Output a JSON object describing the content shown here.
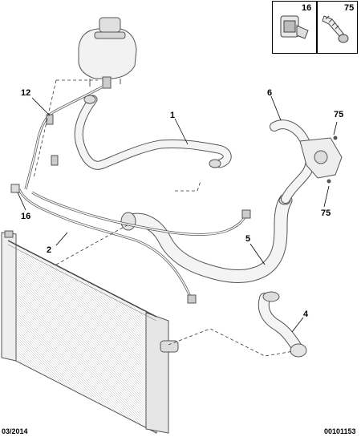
{
  "diagram": {
    "callouts": {
      "c1": "1",
      "c2": "2",
      "c4": "4",
      "c5": "5",
      "c6": "6",
      "c12": "12",
      "c16": "16",
      "c75a": "75",
      "c75b": "75"
    },
    "inset": {
      "left_label": "16",
      "right_label": "75"
    },
    "footer": {
      "date": "03/2014",
      "reference": "00101153"
    }
  }
}
